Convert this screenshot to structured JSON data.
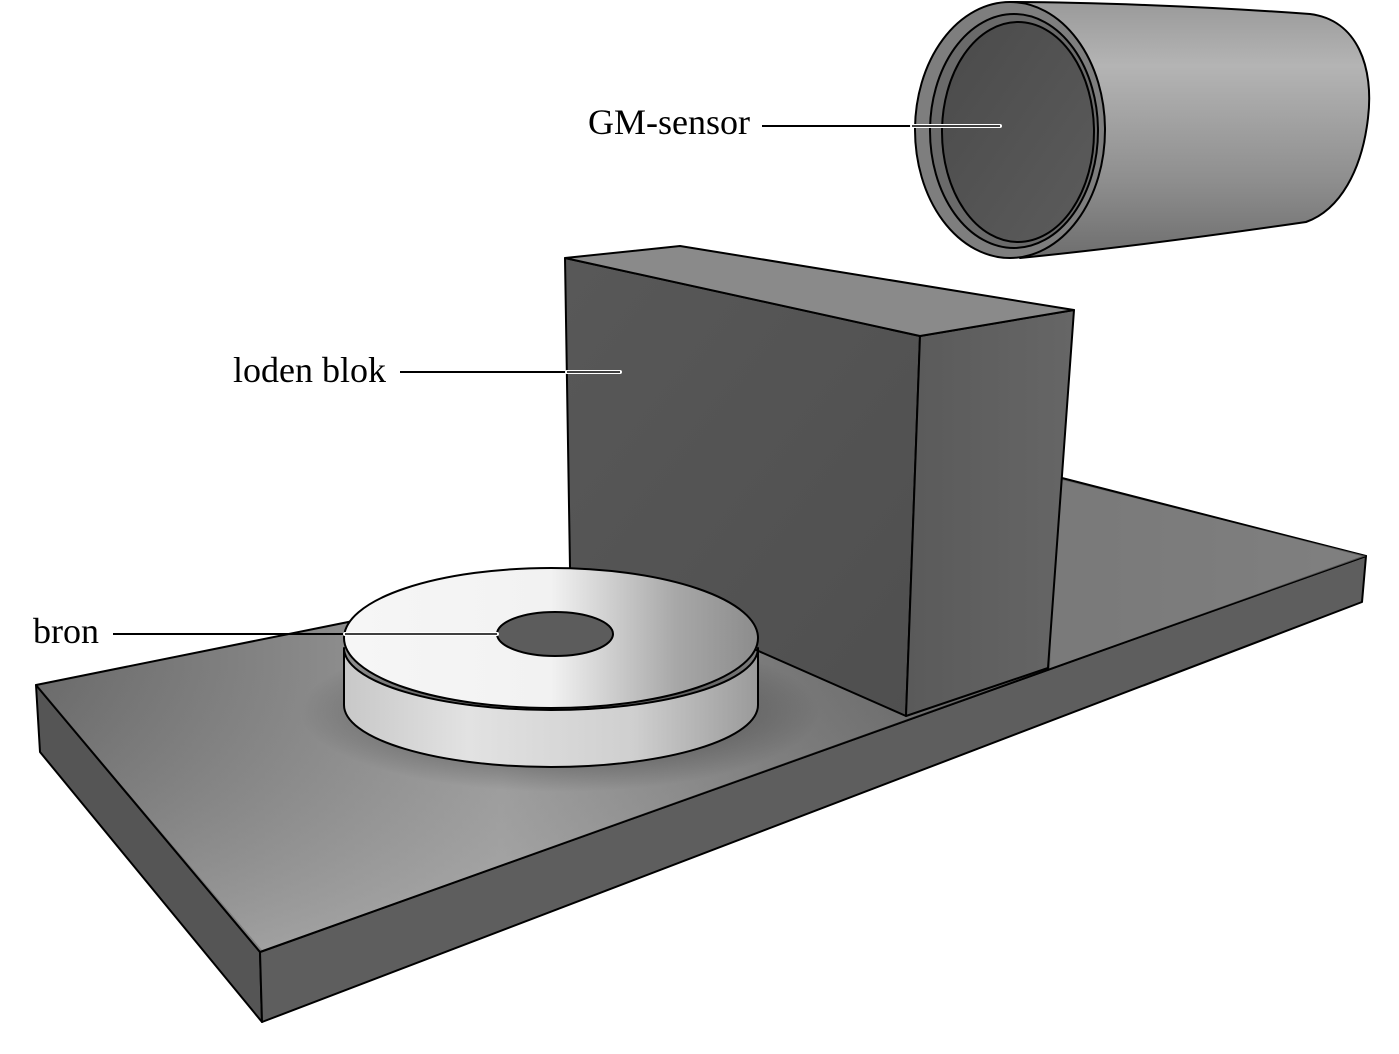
{
  "labels": {
    "gm_sensor": "GM-sensor",
    "lead_block": "loden blok",
    "source": "bron"
  },
  "colors": {
    "background": "#ffffff",
    "outline": "#000000",
    "leader_line": "#000000",
    "leader_line_highlight": "#ffffff",
    "base_top_light": "#b5b5b5",
    "base_top_dark": "#5c5c5c",
    "block_face": "#585858",
    "disc_top": "#f4f4f4",
    "sensor_body": "#9a9a9a"
  },
  "icons": {
    "base_plate": "base-plate-shape",
    "lead_block": "lead-block-shape",
    "source_disc": "source-disc-shape",
    "gm_tube": "gm-tube-shape"
  }
}
